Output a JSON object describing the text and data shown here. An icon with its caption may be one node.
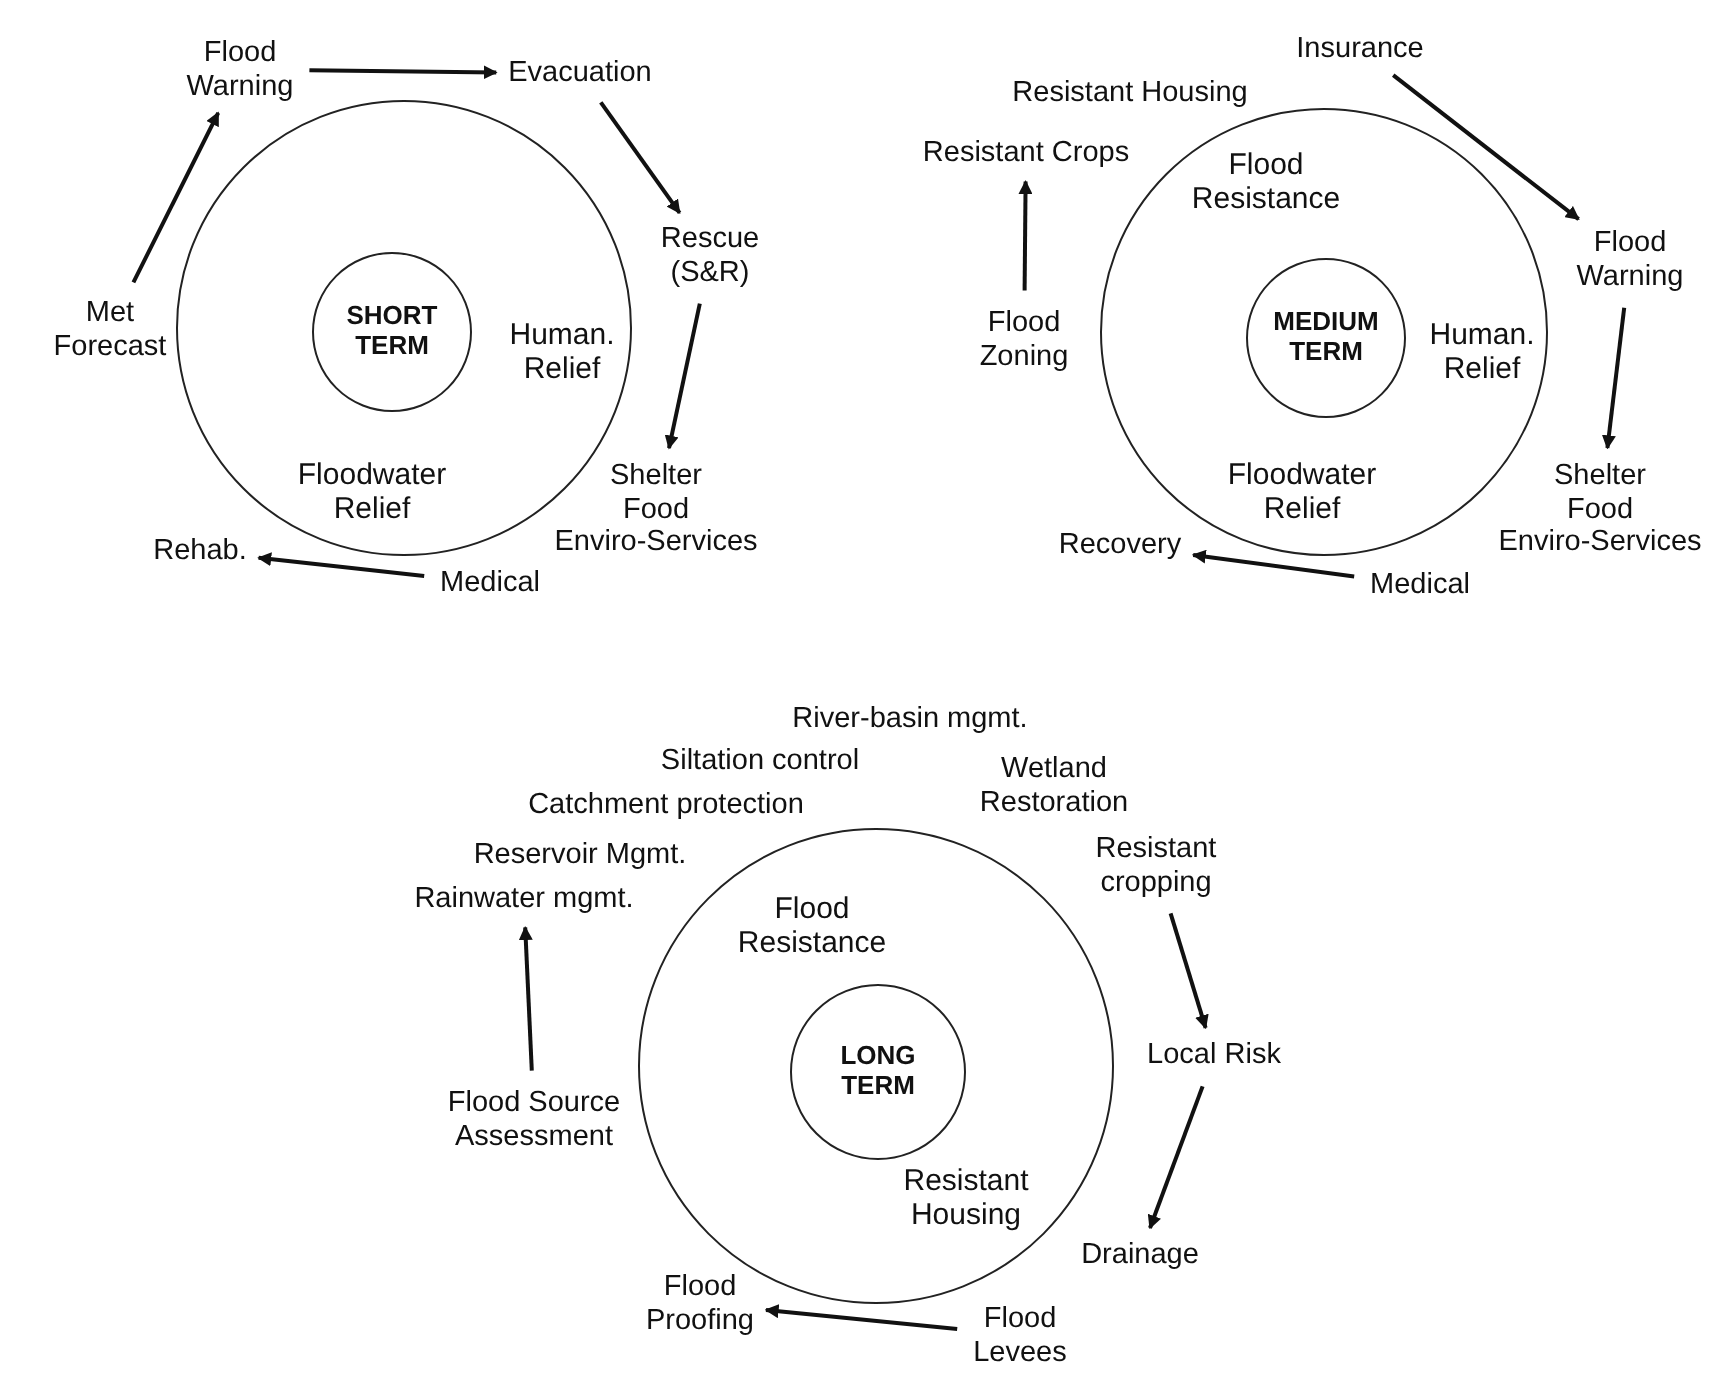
{
  "diagram": {
    "nodes": [
      {
        "text": [
          "Human. Relief",
          "Floodwater Relief"
        ]
      },
      {
        "text": [
          "SHORT TERM"
        ],
        "in": 0
      },
      {
        "text": [
          "Flood Warning"
        ]
      },
      {
        "text": [
          "Evacuation"
        ]
      },
      {
        "text": [
          "Rescue (S&R)"
        ]
      },
      {
        "text": [
          "Shelter",
          "Food",
          "Enviro-Services"
        ]
      },
      {
        "text": [
          "Medical"
        ]
      },
      {
        "text": [
          "Rehab."
        ]
      },
      {
        "text": [
          "Met Forecast"
        ]
      },
      {
        "text": [
          "Flood Resistance",
          "Human. Relief",
          "Floodwater Relief"
        ]
      },
      {
        "text": [
          "MEDIUM TERM"
        ],
        "in": 9
      },
      {
        "text": [
          "Insurance"
        ]
      },
      {
        "text": [
          "Resistant Housing"
        ]
      },
      {
        "text": [
          "Resistant Crops"
        ]
      },
      {
        "text": [
          "Flood Warning"
        ]
      },
      {
        "text": [
          "Flood Zoning"
        ]
      },
      {
        "text": [
          "Shelter",
          "Food",
          "Enviro-Services"
        ]
      },
      {
        "text": [
          "Recovery"
        ]
      },
      {
        "text": [
          "Medical"
        ]
      },
      {
        "text": [
          "Flood Resistance",
          "Resistant Housing"
        ]
      },
      {
        "text": [
          "LONG TERM"
        ],
        "in": 19
      },
      {
        "text": [
          "River-basin mgmt."
        ]
      },
      {
        "text": [
          "Siltation control"
        ]
      },
      {
        "text": [
          "Wetland Restoration"
        ]
      },
      {
        "text": [
          "Catchment protection"
        ]
      },
      {
        "text": [
          "Reservoir Mgmt."
        ]
      },
      {
        "text": [
          "Resistant cropping"
        ]
      },
      {
        "text": [
          "Rainwater mgmt."
        ]
      },
      {
        "text": [
          "Local Risk"
        ]
      },
      {
        "text": [
          "Flood Source Assessment"
        ]
      },
      {
        "text": [
          "Drainage"
        ]
      },
      {
        "text": [
          "Flood Proofing"
        ]
      },
      {
        "text": [
          "Flood Levees"
        ]
      }
    ],
    "edges": [
      {
        "from": 2,
        "to": 3,
        "arrow": "to"
      },
      {
        "from": 3,
        "to": 4,
        "arrow": "to"
      },
      {
        "from": 4,
        "to": 5,
        "arrow": "to"
      },
      {
        "from": 6,
        "to": 7,
        "arrow": "to"
      },
      {
        "from": 8,
        "to": 2,
        "arrow": "to"
      },
      {
        "from": 11,
        "to": 14,
        "arrow": "to"
      },
      {
        "from": 14,
        "to": 16,
        "arrow": "to"
      },
      {
        "from": 18,
        "to": 17,
        "arrow": "to"
      },
      {
        "from": 15,
        "to": 13,
        "arrow": "to"
      },
      {
        "from": 29,
        "to": 27,
        "arrow": "to"
      },
      {
        "from": 26,
        "to": 28,
        "arrow": "to"
      },
      {
        "from": 28,
        "to": 30,
        "arrow": "to"
      },
      {
        "from": 32,
        "to": 31,
        "arrow": "to"
      }
    ]
  }
}
